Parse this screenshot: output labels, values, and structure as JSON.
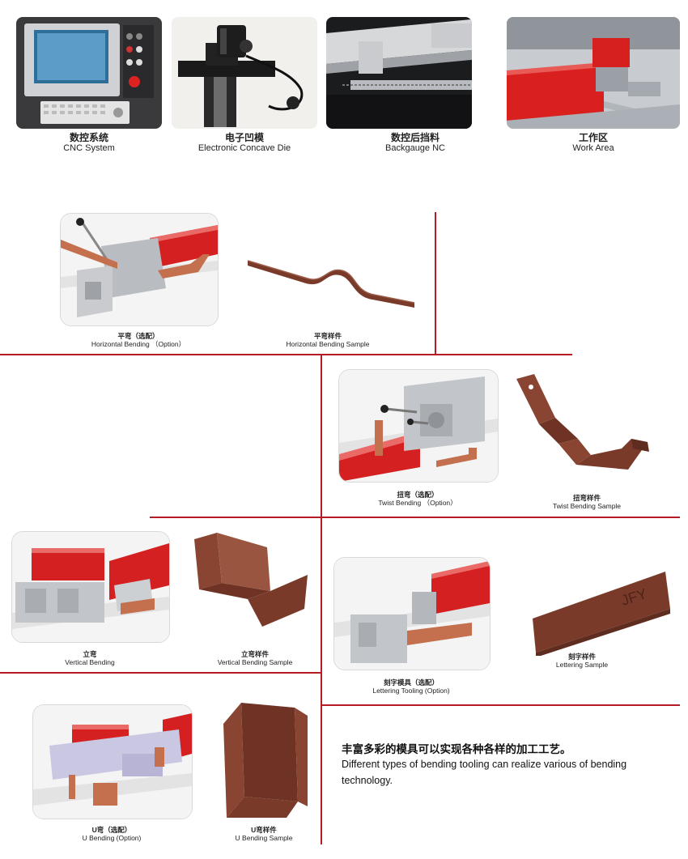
{
  "top_items": [
    {
      "cn": "数控系统",
      "en": "CNC System"
    },
    {
      "cn": "电子凹模",
      "en": "Electronic Concave Die"
    },
    {
      "cn": "数控后挡料",
      "en": "Backgauge NC"
    },
    {
      "cn": "工作区",
      "en": "Work Area"
    }
  ],
  "tooling": {
    "horizontal": {
      "cn": "平弯（选配）",
      "en": "Horizontal Bending （Option）"
    },
    "horizontal_sample": {
      "cn": "平弯样件",
      "en": "Horizontal Bending Sample"
    },
    "twist": {
      "cn": "扭弯（选配）",
      "en": "Twist Bending （Option）"
    },
    "twist_sample": {
      "cn": "扭弯样件",
      "en": "Twist Bending Sample"
    },
    "vertical": {
      "cn": "立弯",
      "en": "Vertical Bending"
    },
    "vertical_sample": {
      "cn": "立弯样件",
      "en": "Vertical Bending Sample"
    },
    "lettering": {
      "cn": "刻字模具（选配）",
      "en": "Lettering Tooling (Option)"
    },
    "lettering_sample": {
      "cn": "刻字样件",
      "en": "Lettering Sample"
    },
    "lettering_mark": "JFY",
    "u": {
      "cn": "U弯（选配）",
      "en": "U Bending (Option)"
    },
    "u_sample": {
      "cn": "U弯样件",
      "en": "U Bending Sample"
    }
  },
  "summary": {
    "cn": "丰富多彩的模具可以实现各种各样的加工工艺。",
    "en": "Different types of bending tooling can realize various of bending technology."
  },
  "colors": {
    "accent": "#b51c24",
    "copper": "#7a3a2a",
    "tool_red": "#d42020"
  }
}
